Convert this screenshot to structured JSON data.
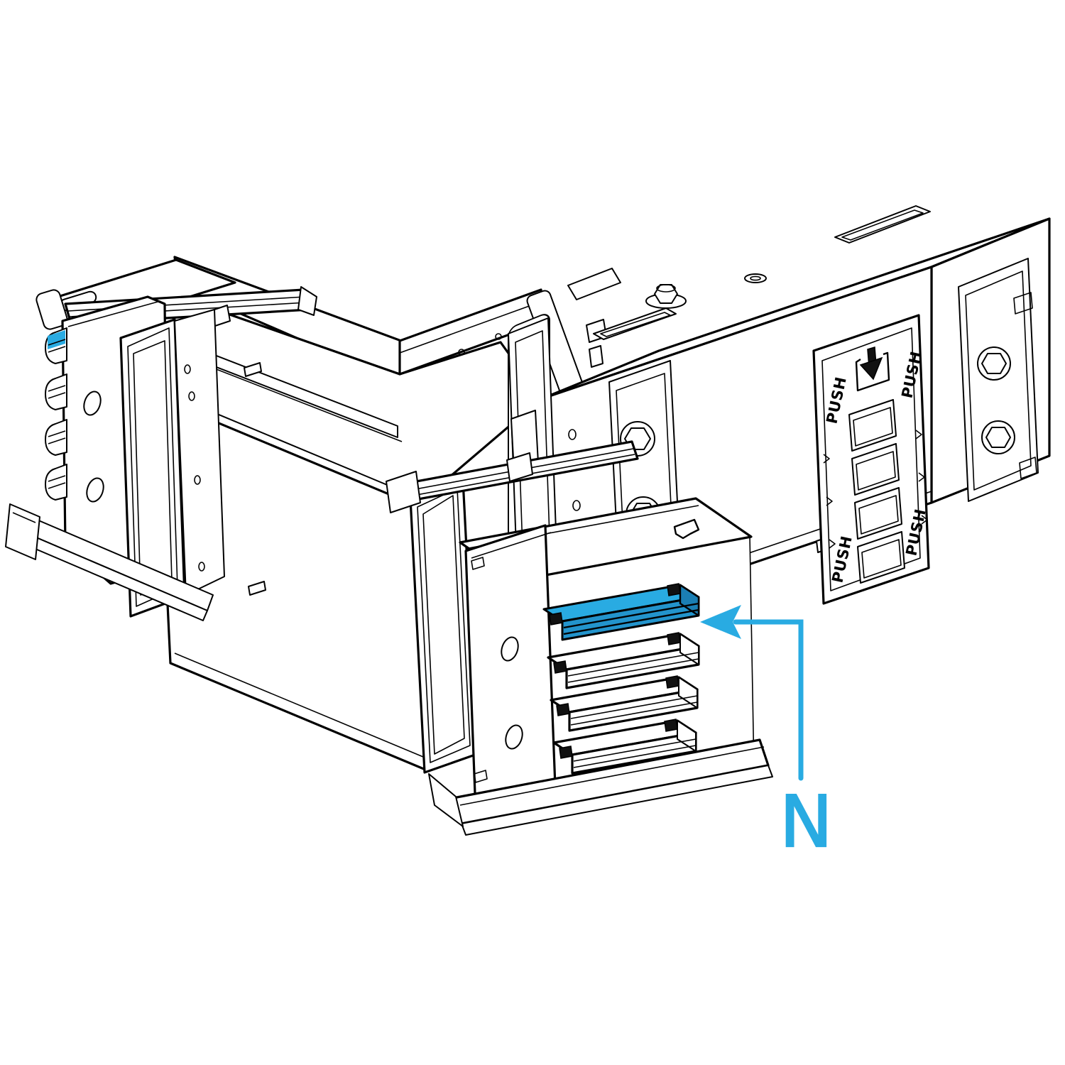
{
  "figure": {
    "kind": "isometric line illustration",
    "subject": "busbar-trunking-tee-unit"
  },
  "annotation": {
    "label": "N"
  },
  "tap_panel": {
    "push_labels": [
      "PUSH",
      "PUSH",
      "PUSH",
      "PUSH"
    ]
  },
  "colors": {
    "highlight": "#29ABE2",
    "highlight_shade": "#2394CC",
    "highlight_dark": "#1B7FB4",
    "line": "#000000",
    "background": "#FFFFFF"
  }
}
